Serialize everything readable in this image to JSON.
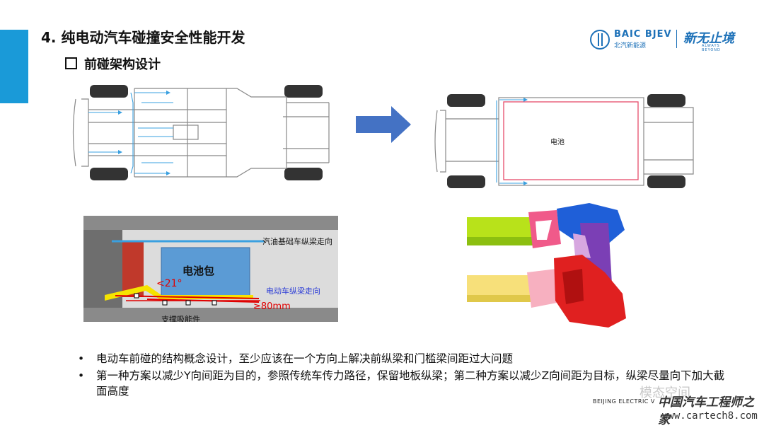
{
  "header": {
    "title": "4. 纯电动汽车碰撞安全性能开发",
    "subtitle": "前碰架构设计"
  },
  "logo": {
    "brand_en": "BAIC BJEV",
    "brand_cn": "北汽新能源",
    "slogan": "新无止境",
    "slogan_en": "ALWAYS BEYOND"
  },
  "diagrams": {
    "battery_label": "电池",
    "battery_pack_label": "电池包",
    "gas_rail_label": "汽油基础车纵梁走向",
    "ev_rail_label": "电动车纵梁走向",
    "angle_label": "<21°",
    "distance_label": "≥80mm",
    "support_label": "支撑吸能件"
  },
  "bullets": [
    "电动车前碰的结构概念设计，至少应该在一个方向上解决前纵梁和门槛梁间距过大问题",
    "第一种方案以减少Y向间距为目的，参照传统车传力路径，保留地板纵梁；第二种方案以减少Z向间距为目标，纵梁尽量向下加大截面高度"
  ],
  "footer": {
    "company": "BEIJING ELECTRIC V",
    "watermark_cn": "中国汽车工程师之家",
    "watermark_cn2": "模态空间",
    "watermark_url": "www.cartech8.com"
  },
  "colors": {
    "accent": "#1a9ad8",
    "brand": "#1d71b8",
    "frame": "#888888",
    "load_path": "#3aa0e0",
    "battery_frame": "#e64b6a",
    "arrow": "#4472c4"
  }
}
